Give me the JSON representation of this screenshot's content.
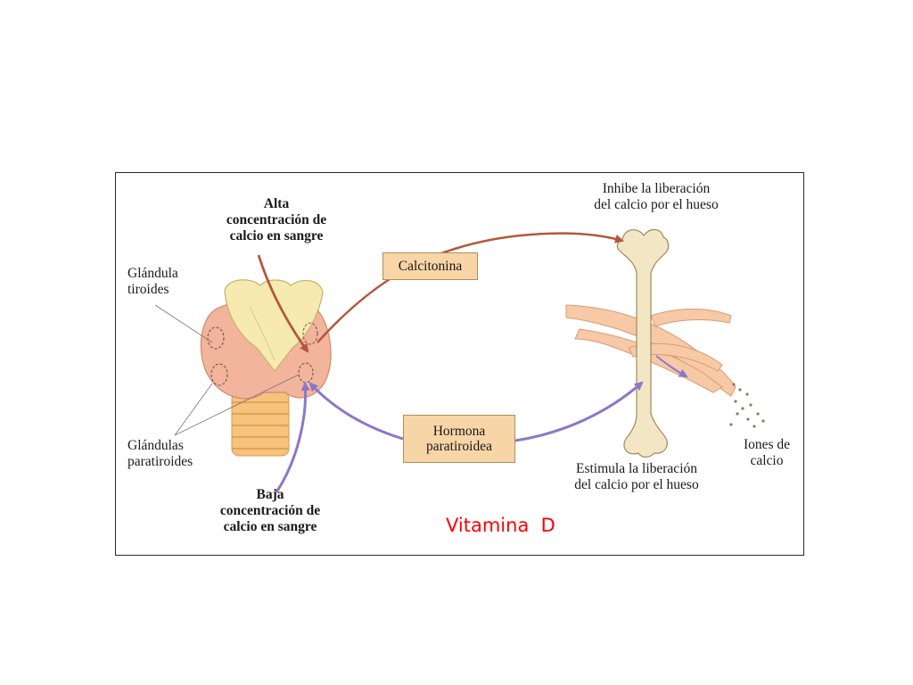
{
  "diagram": {
    "high_calcium": "Alta\nconcentración de\ncalcio en sangre",
    "low_calcium": "Baja\nconcentración de\ncalcio en sangre",
    "thyroid_label": "Glándula\ntiroides",
    "parathyroid_label": "Glándulas\nparatiroides",
    "calcitonin_box": "Calcitonina",
    "pth_box": "Hormona\nparatiroidea",
    "inhibit_text": "Inhibe la liberación\ndel calcio por el hueso",
    "stimulate_text": "Estimula la liberación\ndel calcio por el hueso",
    "ions_label": "Iones de\ncalcio"
  },
  "annotation": "Vitamina  D",
  "colors": {
    "calcitonin_arrow": "#b3573d",
    "pth_arrow": "#8a78c8",
    "box_fill": "#f8d5a6",
    "bone": "#f3e6c4",
    "annotation": "#ff0000"
  }
}
